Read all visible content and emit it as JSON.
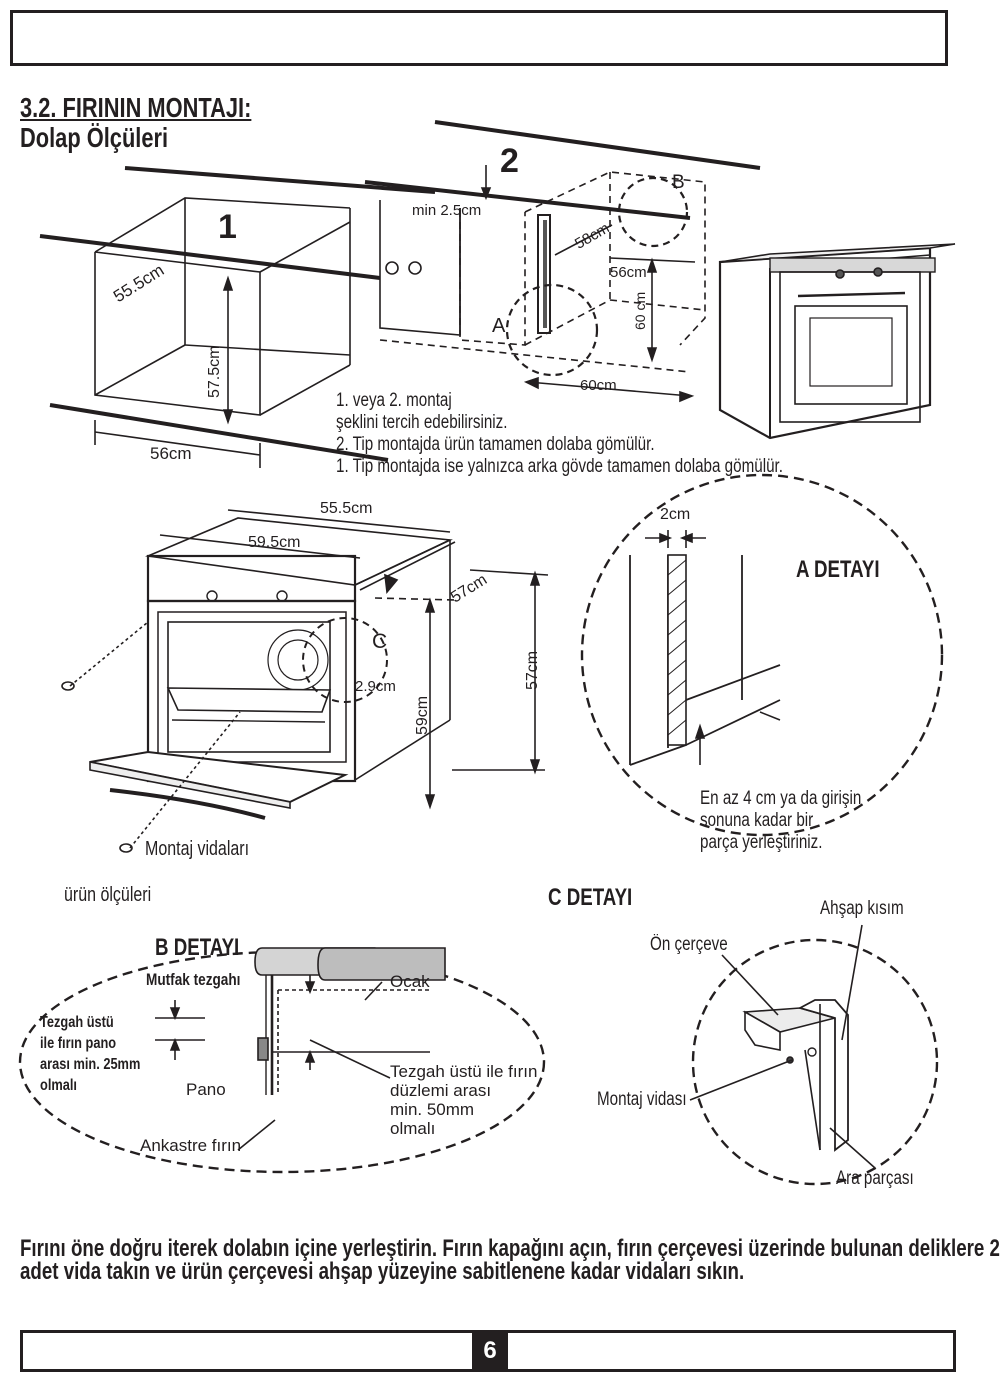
{
  "header": {
    "title": "3.2. FIRININ MONTAJI:",
    "subtitle": "Dolap Ölçüleri"
  },
  "install_types": {
    "type1": "1",
    "type2": "2",
    "label_a": "A",
    "label_b": "B",
    "dims_type1": {
      "depth": "55.5cm",
      "height": "57.5cm",
      "width": "56cm"
    },
    "dims_type2": {
      "gap": "min 2.5cm",
      "depth": "58cm",
      "width_inner": "56cm",
      "height": "60 cm",
      "width_outer": "60cm"
    },
    "notes": [
      "1. veya 2. montaj",
      "şeklini tercih edebilirsiniz.",
      "2. Tip montajda ürün tamamen dolaba gömülür.",
      "1. Tip montajda ise yalnızca arka gövde tamamen dolaba gömülür."
    ]
  },
  "product_dims": {
    "caption": "ürün ölçüleri",
    "width_top": "55.5cm",
    "width_front": "59.5cm",
    "depth": "57cm",
    "height_front": "59cm",
    "height_body": "57cm",
    "frame": "2.9cm",
    "label_c": "C",
    "screws_label": "Montaj vidaları"
  },
  "a_detail": {
    "title": "A DETAYI",
    "gap": "2cm",
    "note": [
      "En az 4 cm ya da girişin",
      "sonuna kadar bir",
      "parça yerleştiriniz."
    ]
  },
  "b_detail": {
    "title": "B DETAYI",
    "countertop": "Mutfak tezgahı",
    "left_note": [
      "Tezgah üstü",
      "ile fırın pano",
      "arası min. 25mm",
      "olmalı"
    ],
    "panel": "Pano",
    "builtin_oven": "Ankastre fırın",
    "hob": "Ocak",
    "right_note": [
      "Tezgah üstü ile fırın",
      "düzlemi arası",
      "min. 50mm",
      "olmalı"
    ]
  },
  "c_detail": {
    "title": "C DETAYI",
    "front_frame": "Ön çerçeve",
    "wood_part": "Ahşap kısım",
    "screw": "Montaj vidası",
    "spacer": "Ara parçası"
  },
  "instruction": [
    "Fırını öne doğru iterek dolabın içine yerleştirin. Fırın kapağını açın, fırın çerçevesi üzerinde bulunan deliklere 2",
    "adet vida takın ve ürün çerçevesi ahşap yüzeyine sabitlenene kadar vidaları sıkın."
  ],
  "footer": {
    "page_number": "6"
  }
}
